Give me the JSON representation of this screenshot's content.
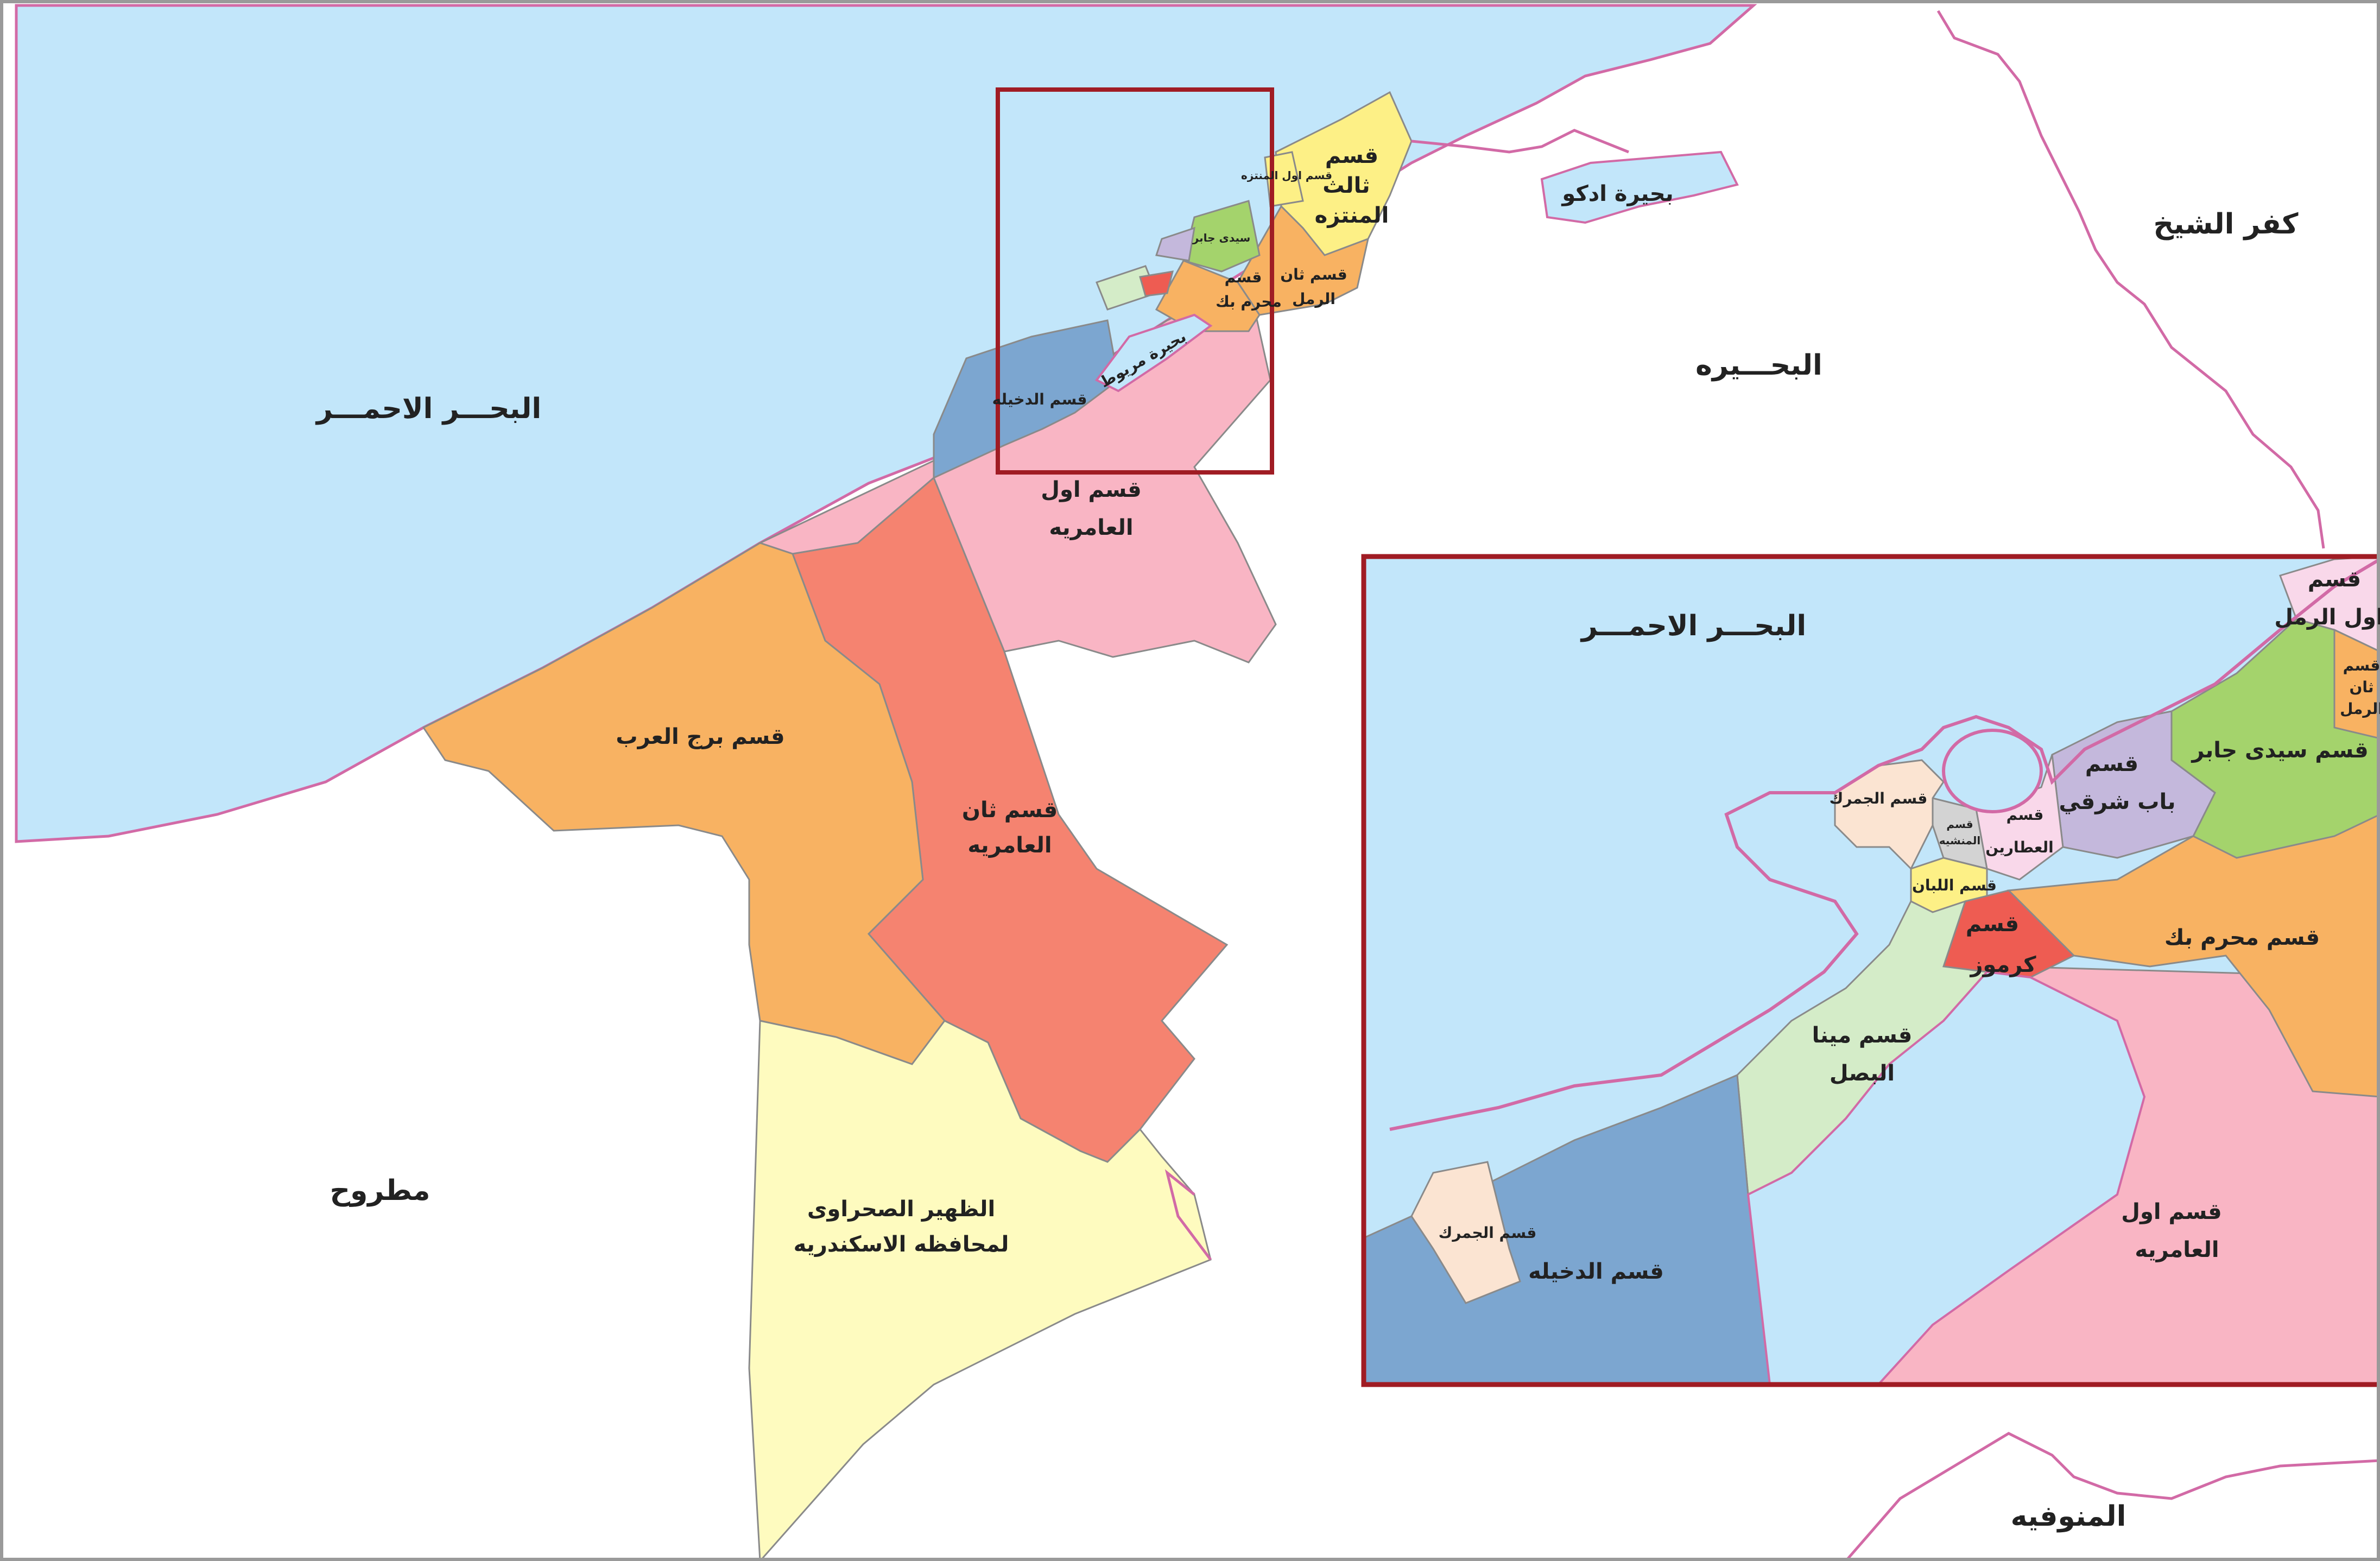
{
  "colors": {
    "sea": "#c2e6fa",
    "land": "#ffffff",
    "border": "#d26aa6",
    "frame": "#a01c24",
    "pink": "#f9b5c4",
    "salmon": "#f58370",
    "orange": "#f8b262",
    "lightyellow": "#fefbbf",
    "blue": "#7ca6d0",
    "yellow": "#fdf086",
    "green": "#a4d36c",
    "lavender": "#c4b8dc",
    "lightgreen": "#d4ecc8",
    "peach": "#fbe4d2",
    "lightpink": "#f9d8ea",
    "red": "#ee5c52",
    "grey": "#d3d3d3"
  },
  "labels": {
    "red_sea": "البحـــر الاحمـــر",
    "beheira": "البحـــيره",
    "kafr_el_sheikh": "كفر الشيخ",
    "matrouh": "مطروح",
    "menoufia": "المنوفيه",
    "lake_idku": "بحيرة ادكو",
    "lake_mariout": "بحيرة مريوط",
    "awal_ameriya_1": "قسم اول",
    "awal_ameriya_2": "العامريه",
    "thani_ameriya_1": "قسم ثان",
    "thani_ameriya_2": "العامريه",
    "borg_el_arab": "قسم برج العرب",
    "desert_1": "الظهير الصحراوى",
    "desert_2": "لمحافظه الاسكندريه",
    "dekheila": "قسم الدخيله",
    "thaleth_montaza_1": "قسم",
    "thaleth_montaza_2": "ثالث",
    "thaleth_montaza_3": "المنتزه",
    "thani_raml_1": "قسم ثان",
    "thani_raml_2": "الرمل",
    "moharam_bek_1": "قسم",
    "moharam_bek_2": "محرم بك",
    "sidi_gaber_small": "سيدى جابر",
    "awal_montaza_small": "قسم اول المنتزه"
  },
  "inset": {
    "red_sea": "البحـــر الاحمـــر",
    "awal_raml_1": "قسم",
    "awal_raml_2": "اول الرمل",
    "thani_raml_1": "قسم",
    "thani_raml_2": "ثان",
    "thani_raml_3": "الرمل",
    "sidi_gaber": "قسم سيدى جابر",
    "bab_sharqi_1": "قسم",
    "bab_sharqi_2": "باب شرقي",
    "attarin_1": "قسم",
    "attarin_2": "العطارين",
    "gomrok_top": "قسم الجمرك",
    "mansheya_1": "قسم",
    "mansheya_2": "المنشيه",
    "labban": "قسم اللبان",
    "karmouz_1": "قسم",
    "karmouz_2": "كرموز",
    "moharam_bek": "قسم محرم بك",
    "mina_basal_1": "قسم مينا",
    "mina_basal_2": "البصل",
    "awal_ameriya_1": "قسم اول",
    "awal_ameriya_2": "العامريه",
    "dekheila": "قسم الدخيله",
    "gomrok_bottom": "قسم الجمرك"
  }
}
